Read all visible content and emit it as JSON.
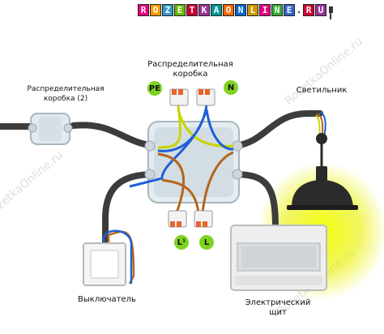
{
  "logo": {
    "letters": [
      "R",
      "O",
      "Z",
      "E",
      "T",
      "K",
      "A",
      "O",
      "N",
      "L",
      "I",
      "N",
      "E",
      ".",
      "R",
      "U"
    ],
    "colors": [
      "#e6007e",
      "#ff9900",
      "#3399cc",
      "#66bb00",
      "#cc0033",
      "#993399",
      "#009999",
      "#ff6600",
      "#0066cc",
      "#cc9900",
      "#e6007e",
      "#33aa33",
      "#3366cc",
      "#ffffff",
      "#cc0033",
      "#993399"
    ]
  },
  "labels": {
    "main_box": [
      "Распределительная",
      "коробка"
    ],
    "box2": [
      "Распределительная",
      "коробка (2)"
    ],
    "lamp": "Светильник",
    "switch": "Выключатель",
    "panel": [
      "Электрический",
      "щит"
    ],
    "watermark": "RozetkaOnline.ru"
  },
  "badges": {
    "pe": "PE",
    "n": "N",
    "l1": "L¹",
    "l": "L"
  },
  "colors": {
    "cable": "#3c3c3c",
    "phase": "#b5651d",
    "neutral": "#1f5fd6",
    "earth": "#c8d400",
    "badge": "#7ed321",
    "wago": "#e8622a",
    "lamp_glow": "#eef000"
  }
}
